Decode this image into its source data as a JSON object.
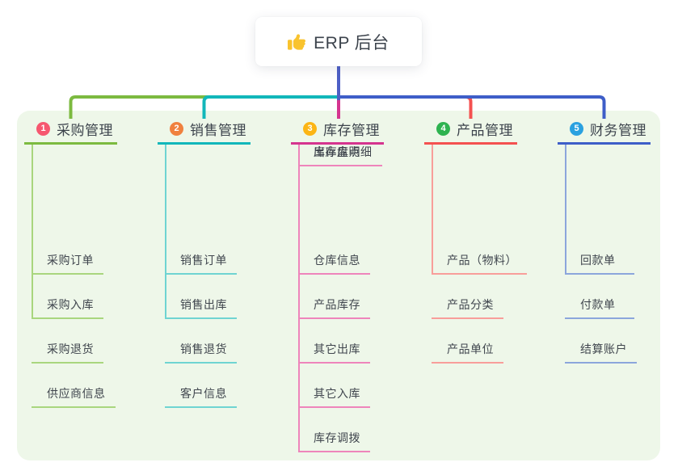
{
  "root": {
    "label": "ERP 后台",
    "icon": "thumbs-up"
  },
  "canvas": {
    "background": "#ffffff",
    "panel_background": "#eef7e9"
  },
  "connector": {
    "root_line_color": "#4d5fc6"
  },
  "branches": [
    {
      "num": "1",
      "title": "采购管理",
      "badge_color": "#f6576f",
      "line_color": "#7cba40",
      "line_light_color": "#a9d67e",
      "items": [
        "采购订单",
        "采购入库",
        "采购退货",
        "供应商信息"
      ]
    },
    {
      "num": "2",
      "title": "销售管理",
      "badge_color": "#f0813f",
      "line_color": "#12b7ba",
      "line_light_color": "#6fd4d2",
      "items": [
        "销售订单",
        "销售出库",
        "销售退货",
        "客户信息"
      ]
    },
    {
      "num": "3",
      "title": "库存管理",
      "badge_color": "#fcb515",
      "line_color": "#d5348f",
      "line_light_color": "#ee85bb",
      "items": [
        "仓库信息",
        "产品库存",
        "其它出库",
        "其它入库",
        "库存调拨",
        "库存盘点",
        "出库库明细"
      ]
    },
    {
      "num": "4",
      "title": "产品管理",
      "badge_color": "#2eb350",
      "line_color": "#f45150",
      "line_light_color": "#f89e9a",
      "items": [
        "产品（物料）",
        "产品分类",
        "产品单位"
      ]
    },
    {
      "num": "5",
      "title": "财务管理",
      "badge_color": "#2aa1e0",
      "line_color": "#3e5ec8",
      "line_light_color": "#8ca6dc",
      "items": [
        "回款单",
        "付款单",
        "结算账户"
      ]
    }
  ]
}
